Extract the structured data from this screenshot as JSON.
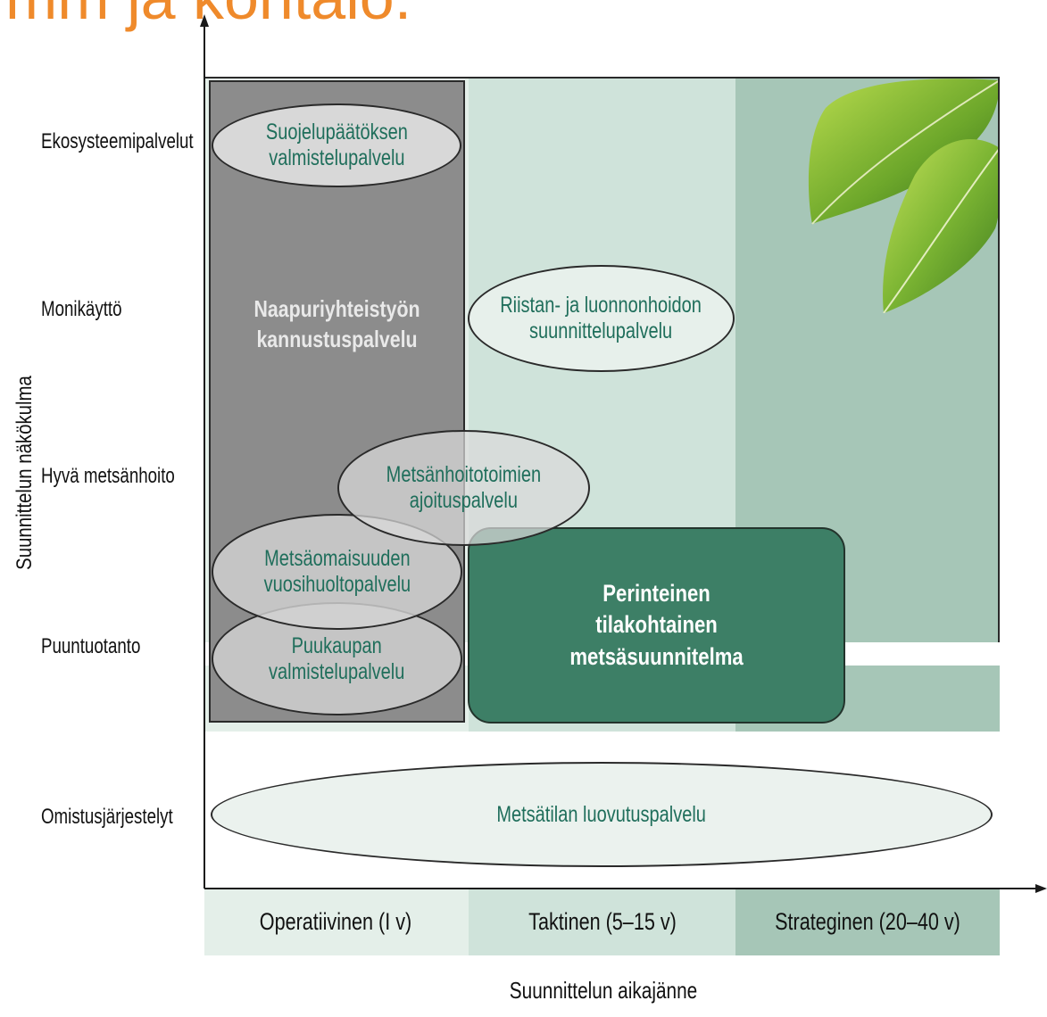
{
  "heading_fragment": "mm ja kohtalo.",
  "y_axis": {
    "title": "Suunnittelun näkökulma",
    "levels": [
      "Ekosysteemipalvelut",
      "Monikäyttö",
      "Hyvä metsänhoito",
      "Puuntuotanto",
      "Omistusjärjestelyt"
    ]
  },
  "x_axis": {
    "title": "Suunnittelun aikajänne",
    "zones": [
      "Operatiivinen (I v)",
      "Taktinen (5–15 v)",
      "Strateginen (20–40 v)"
    ]
  },
  "services": {
    "suojelu": "Suojelupäätöksen\nvalmistelupalvelu",
    "naapuri": "Naapuriyhteistyön\nkannustuspalvelu",
    "riista": "Riistan- ja luonnonhoidon\nsuunnittelupalvelu",
    "metsanhoito": "Metsänhoitotoimien\najoituspalvelu",
    "vuosihuolto": "Metsäomaisuuden\nvuosihuoltopalvelu",
    "puukauppa": "Puukaupan\nvalmistelupalvelu",
    "perinteinen": "Perinteinen\ntilakohtainen\nmetsäsuunnitelma",
    "luovutus": "Metsätilan luovutuspalvelu"
  },
  "colors": {
    "zone_operational": "#e4efe9",
    "zone_tactical": "#cfe3da",
    "zone_strategic": "#a6c6b7",
    "grey_box": "#8c8c8c",
    "green_box": "#3d7f66",
    "heading": "#ef8a2b",
    "service_text": "#1f6e5b"
  }
}
